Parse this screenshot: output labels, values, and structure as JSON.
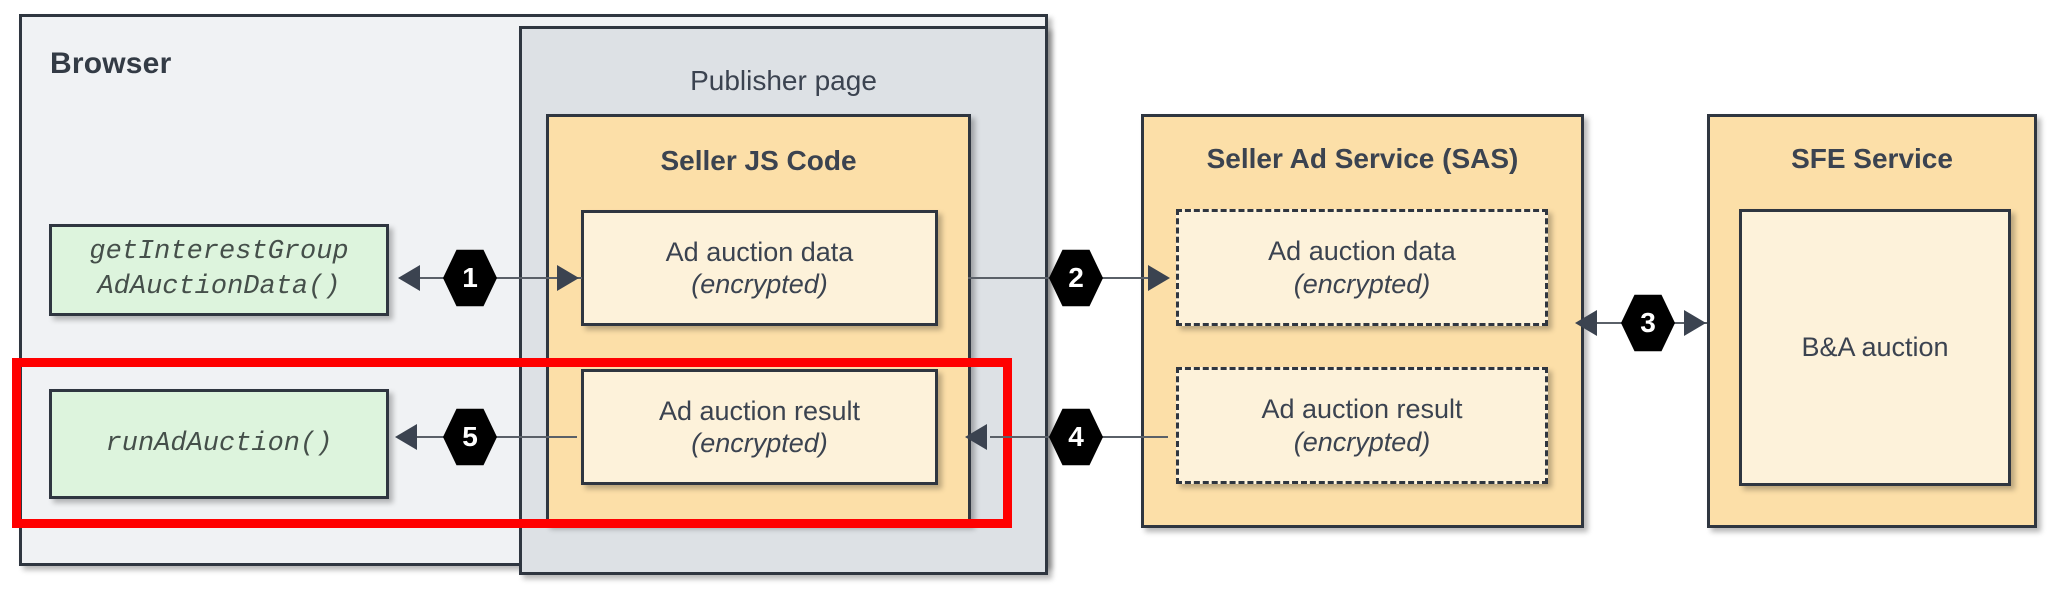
{
  "browser": {
    "title": "Browser",
    "api_boxes": [
      {
        "line1": "getInterestGroup",
        "line2": "AdAuctionData()"
      },
      {
        "line1": "runAdAuction()",
        "line2": ""
      }
    ]
  },
  "publisher": {
    "title": "Publisher page"
  },
  "seller_js": {
    "title": "Seller JS Code",
    "boxes": [
      {
        "title": "Ad auction data",
        "sub": "(encrypted)"
      },
      {
        "title": "Ad auction result",
        "sub": "(encrypted)"
      }
    ]
  },
  "sas": {
    "title": "Seller Ad Service (SAS)",
    "boxes": [
      {
        "title": "Ad auction data",
        "sub": "(encrypted)"
      },
      {
        "title": "Ad auction result",
        "sub": "(encrypted)"
      }
    ]
  },
  "sfe": {
    "title": "SFE Service",
    "boxes": [
      {
        "title": "B&A auction",
        "sub": ""
      }
    ]
  },
  "steps": [
    {
      "id": "1",
      "label": "1"
    },
    {
      "id": "2",
      "label": "2"
    },
    {
      "id": "3",
      "label": "3"
    },
    {
      "id": "4",
      "label": "4"
    },
    {
      "id": "5",
      "label": "5"
    }
  ],
  "colors": {
    "browser_bg": "#f0f2f4",
    "publisher_bg": "#dde1e5",
    "service_bg": "#fcdfa8",
    "inner_bg": "#fdf2da",
    "api_bg": "#ddf4dd",
    "stroke": "#2f3640",
    "highlight": "#ff0000",
    "badge_bg": "#000000",
    "text": "#3b4350"
  },
  "annotations": {
    "highlight_note": "red-highlight-region"
  }
}
